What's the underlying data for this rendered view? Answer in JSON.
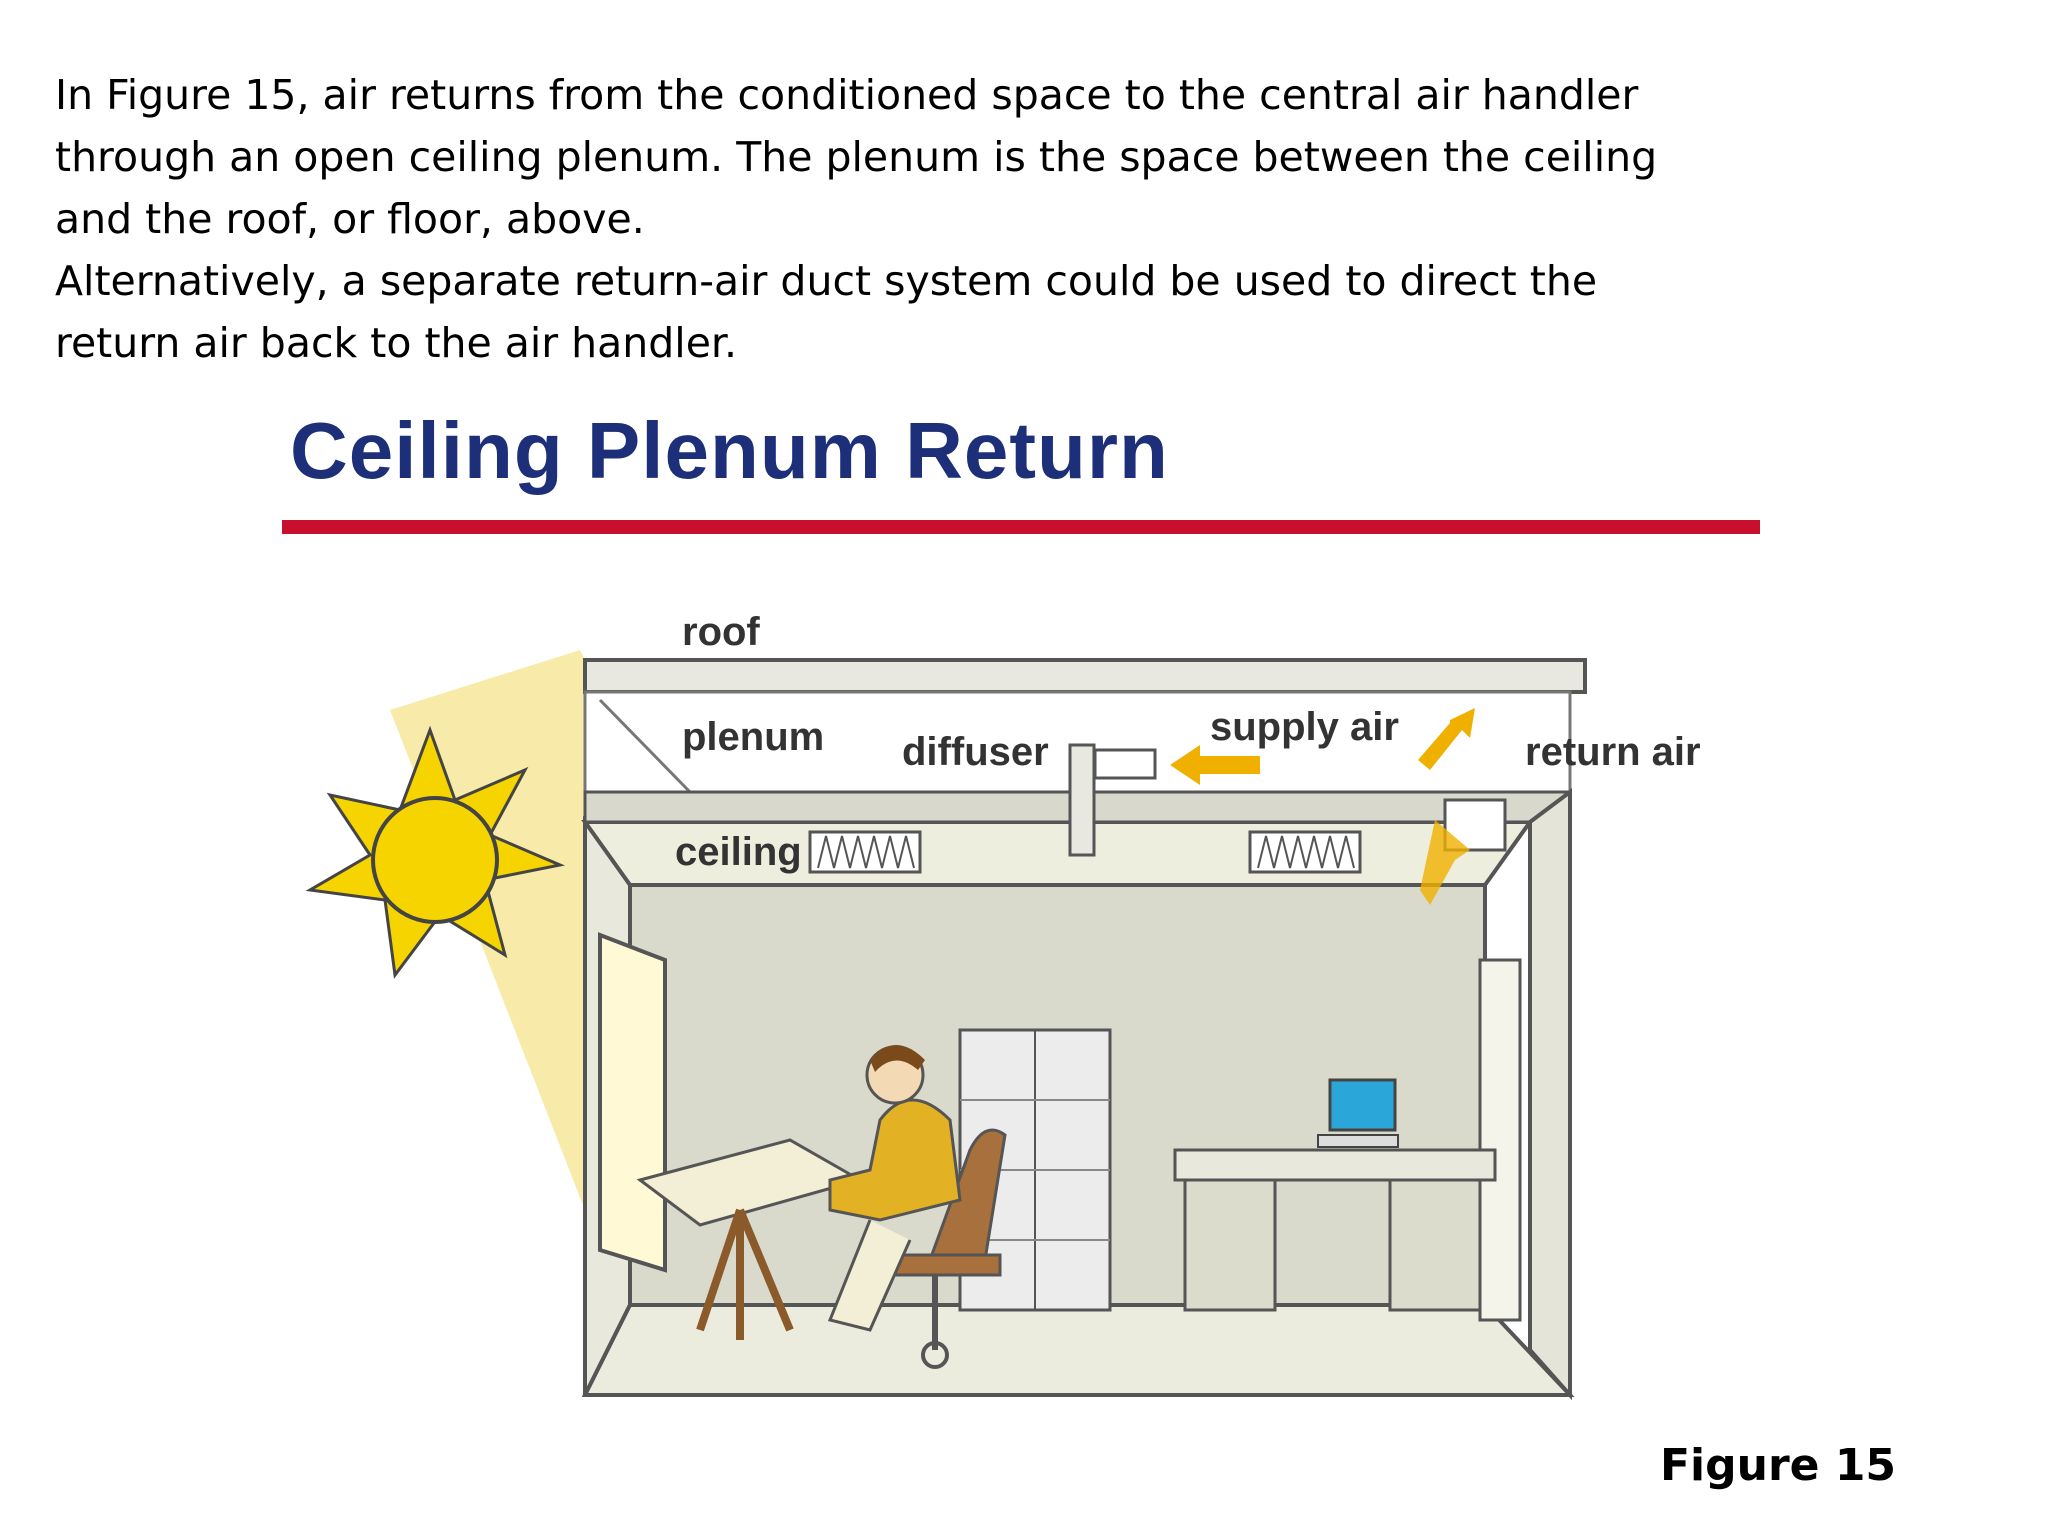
{
  "intro": {
    "paragraph1_lines": [
      "In Figure 15, air returns from the conditioned space to the central air handler",
      "through an open ceiling plenum. The plenum is the space between the ceiling",
      "and the roof, or floor, above."
    ],
    "paragraph2_lines": [
      "Alternatively, a separate return-air duct system could be used to direct the",
      "return air back to the air handler."
    ]
  },
  "figure": {
    "title": "Ceiling Plenum Return",
    "labels": {
      "roof": "roof",
      "plenum": "plenum",
      "diffuser": "diffuser",
      "supply_air": "supply air",
      "return_air": "return air",
      "ceiling": "ceiling"
    },
    "caption": "Figure 15"
  },
  "colors": {
    "title_blue": "#1e2f7a",
    "underline_red": "#c8102e",
    "sun_yellow": "#f5d400",
    "arrow_orange": "#f0b000"
  }
}
